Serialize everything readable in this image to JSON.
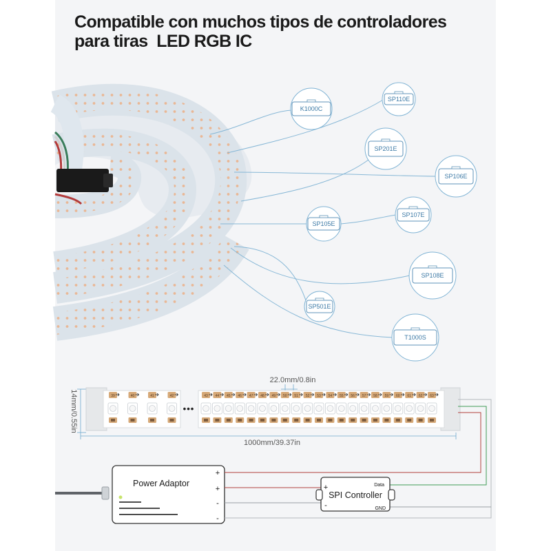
{
  "title": {
    "line1": "Compatible con muchos tipos de controladores",
    "line2": "para tiras  LED RGB IC"
  },
  "controllers": [
    {
      "label": "K1000C"
    },
    {
      "label": "SP110E"
    },
    {
      "label": "SP201E"
    },
    {
      "label": "SP106E"
    },
    {
      "label": "SP105E"
    },
    {
      "label": "SP107E"
    },
    {
      "label": "SP108E"
    },
    {
      "label": "SP501E"
    },
    {
      "label": "T1000S"
    }
  ],
  "dimensions": {
    "pitch": "22.0mm/0.8in",
    "width": "14mm/0.55in",
    "length": "1000mm/39.37in",
    "ellipsis": "•••",
    "led_numbers_left": [
      "39",
      "40",
      "41",
      "42"
    ],
    "led_numbers_right": [
      "43",
      "44",
      "45",
      "46",
      "47",
      "48",
      "49",
      "50",
      "51",
      "52",
      "53",
      "54",
      "55",
      "56",
      "57",
      "58",
      "59",
      "60",
      "61",
      "62",
      "63"
    ]
  },
  "wiring": {
    "power_adaptor": "Power Adaptor",
    "spi_controller": "SPI Controller",
    "plus": "+",
    "minus": "-",
    "data": "Data",
    "gnd": "GND"
  },
  "colors": {
    "accent": "#6fa8cc",
    "wire_red": "#b2413e",
    "wire_green": "#3e9a55",
    "led_pad": "#d6a978"
  }
}
